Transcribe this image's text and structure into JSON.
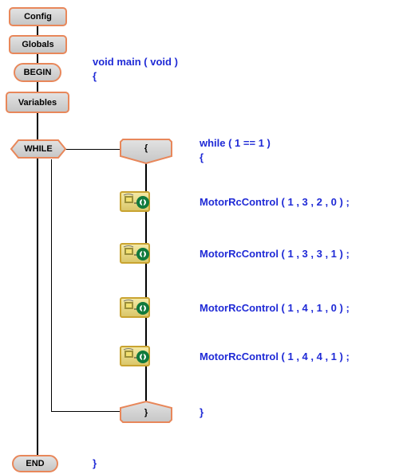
{
  "blocks": {
    "config": "Config",
    "globals": "Globals",
    "begin": "BEGIN",
    "variables": "Variables",
    "while": "WHILE",
    "open_brace": "{",
    "close_brace": "}",
    "end": "END"
  },
  "code": {
    "main_signature": "void main ( void )",
    "main_open": "{",
    "while_header": "while ( 1 == 1 )",
    "while_open": "{",
    "motor_lines": [
      "MotorRcControl ( 1 , 3 , 2 , 0 ) ;",
      "MotorRcControl ( 1 , 3 , 3 , 1 ) ;",
      "MotorRcControl ( 1 , 4 , 1 , 0 ) ;",
      "MotorRcControl ( 1 , 4 , 4 , 1 ) ;"
    ],
    "while_close": "}",
    "main_close": "}"
  },
  "icons": {
    "motor_block": "motor-rc-control-icon"
  },
  "colors": {
    "code_text": "#1f2ad6",
    "block_border": "#e8875a",
    "motor_border": "#c9a330"
  }
}
